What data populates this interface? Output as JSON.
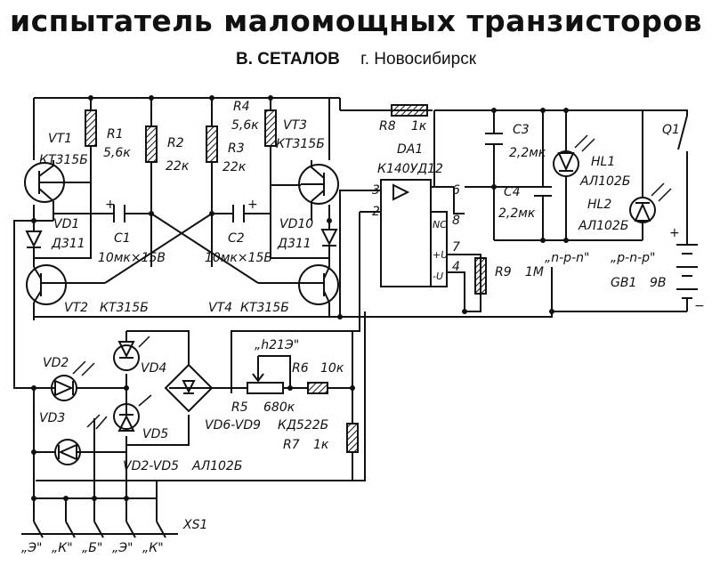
{
  "header": {
    "title": "испытатель маломощных транзисторов",
    "author": "В. СЕТАЛОВ",
    "city": "г. Новосибирск"
  },
  "labels": {
    "vt1": "VT1",
    "vt1_type": "КТ315Б",
    "r1": "R1",
    "r1_val": "5,6к",
    "r2": "R2",
    "r2_val": "22к",
    "r3": "R3",
    "r3_val": "22к",
    "r4": "R4",
    "r4_val": "5,6к",
    "vt3": "VT3",
    "vt3_type": "КТ315Б",
    "vd1": "VD1",
    "vd1_type": "Д311",
    "c1": "C1",
    "c1_val": "10мк×15В",
    "c2": "C2",
    "c2_val": "10мк×15В",
    "vd10": "VD10",
    "vd10_type": "Д311",
    "vt2": "VT2",
    "vt2_type": "КТ315Б",
    "vt4": "VT4",
    "vt4_type": "КТ315Б",
    "r8": "R8",
    "r8_val": "1к",
    "da1": "DA1",
    "da1_type": "К140УД12",
    "c3": "C3",
    "c3_val": "2,2мк",
    "c4": "C4",
    "c4_val": "2,2мк",
    "hl1": "HL1",
    "hl1_type": "АЛ102Б",
    "hl2": "HL2",
    "hl2_type": "АЛ102Б",
    "q1": "Q1",
    "npn": "„n-p-n\"",
    "pnp": "„p-n-p\"",
    "gb1": "GB1",
    "gb1_val": "9В",
    "r9": "R9",
    "r9_val": "1М",
    "pin2": "2",
    "pin3": "3",
    "pin4": "4",
    "pin6": "6",
    "pin7": "7",
    "pin8": "8",
    "nc": "NC",
    "plus_u": "+U",
    "minus_u": "-U",
    "h21": "„h21Э\"",
    "r5": "R5",
    "r5_val": "680к",
    "r6": "R6",
    "r6_val": "10к",
    "vd6_9": "VD6-VD9",
    "vd6_9_type": "КД522Б",
    "r7": "R7",
    "r7_val": "1к",
    "vd2": "VD2",
    "vd3": "VD3",
    "vd4": "VD4",
    "vd5": "VD5",
    "vd2_5": "VD2-VD5",
    "vd2_5_type": "АЛ102Б",
    "xs1": "XS1",
    "plus": "+",
    "minus": "−",
    "pins": [
      "„Э\"",
      "„К\"",
      "„Б\"",
      "„Э\"",
      "„К\""
    ]
  }
}
